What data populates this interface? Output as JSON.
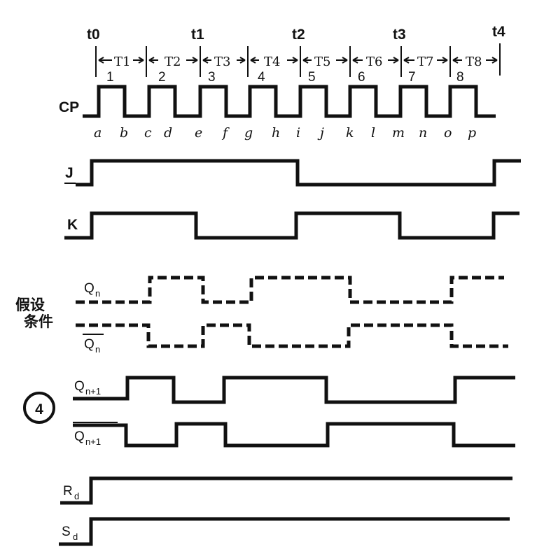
{
  "header": {
    "times": [
      "t0",
      "t1",
      "t2",
      "t3",
      "t4"
    ],
    "periods": [
      "T1",
      "T2",
      "T3",
      "T4",
      "T5",
      "T6",
      "T7",
      "T8"
    ],
    "pulse_numbers": [
      "1",
      "2",
      "3",
      "4",
      "5",
      "6",
      "7",
      "8"
    ],
    "edge_letters": [
      "a",
      "b",
      "c",
      "d",
      "e",
      "f",
      "g",
      "h",
      "i",
      "j",
      "k",
      "l",
      "m",
      "n",
      "o",
      "p"
    ]
  },
  "signals": {
    "cp": {
      "label": "CP"
    },
    "j": {
      "label": "J",
      "levels": [
        1,
        1,
        1,
        1,
        0,
        0,
        0,
        0,
        1
      ]
    },
    "k": {
      "label": "K",
      "levels": [
        1,
        1,
        0,
        0,
        1,
        1,
        0,
        0,
        1
      ]
    },
    "qn": {
      "label": "Q",
      "sub": "n",
      "levels": [
        0,
        1,
        0,
        1,
        1,
        0,
        0,
        1,
        1
      ]
    },
    "qn_bar": {
      "label": "Q",
      "sub": "n",
      "levels": [
        1,
        0,
        1,
        0,
        0,
        1,
        1,
        0,
        0
      ]
    },
    "qn1": {
      "label": "Q",
      "sub": "n+1",
      "levels": [
        1,
        0,
        1,
        1,
        0,
        0,
        1,
        1
      ]
    },
    "qn1_bar": {
      "label": "Q",
      "sub": "n+1",
      "levels": [
        0,
        1,
        0,
        0,
        1,
        1,
        0,
        0
      ]
    },
    "rd": {
      "label": "R",
      "sub": "d"
    },
    "sd": {
      "label": "S",
      "sub": "d"
    }
  },
  "assumption_label": [
    "假设",
    "条件"
  ],
  "step_marker": "4"
}
